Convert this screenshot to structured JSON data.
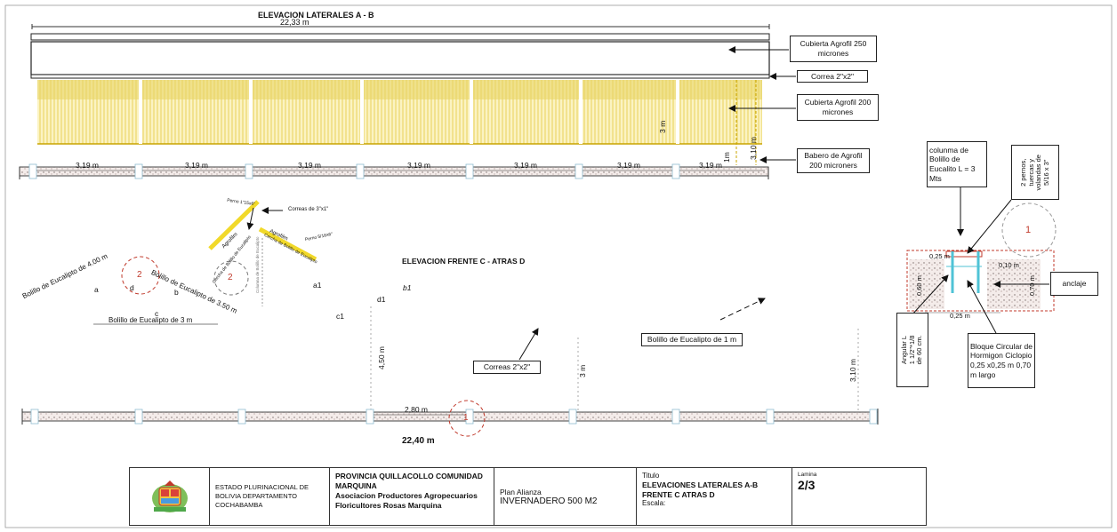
{
  "top_elevation": {
    "title": "ELEVACION LATERALES A - B",
    "total_length": "22,33 m",
    "spans": [
      "3,19 m",
      "3,19 m",
      "3,19 m",
      "3,19 m",
      "3,19 m",
      "3,19 m",
      "3,19 m"
    ],
    "height_3m": "3 m",
    "height_310": "3,10 m",
    "height_1m": "1m",
    "callouts": {
      "cubierta250": "Cubierta Agrofil 250 micrones",
      "correa": "Correa 2\"x2\"",
      "cubierta200": "Cubierta Agrofil 200 micrones",
      "babero": "Babero de Agrofil 200 microners"
    }
  },
  "detail_truss": {
    "correas_label": "Correas de 3\"x1\"",
    "perno_label": "Perno 5/16x6\"",
    "perno_label2": "Perno 1\"15x6\"",
    "agrofilm1": "Agrofilm",
    "agrofilm2": "Agrofilm",
    "cercha1": "Cercha de Bolillo de Eucalipto",
    "cercha2": "Cercha de Bolillo de Eucalipto",
    "center_vertical": "Columna de Bolillo de Eucalipto",
    "bolillo_4": "Bolillo de Eucalipto de 4.00 m",
    "bolillo_350": "Bolillo de Eucalipto de 3.50 m",
    "bolillo_3": "Bolillo de Eucalipto de 3 m",
    "letters": {
      "a": "a",
      "b": "b",
      "c": "c",
      "d": "d",
      "a1": "a1",
      "b1": "b1",
      "c1": "c1",
      "d1": "d1"
    },
    "circle1_num": "2",
    "circle2_num": "2"
  },
  "front_elevation": {
    "title": "ELEVACION FRENTE C - ATRAS D",
    "height_450": "4,50 m",
    "height_3m": "3 m",
    "height_310": "3,10 m",
    "span_280": "2,80 m",
    "total": "22,40 m",
    "circle_num": "1",
    "correas_label": "Correas 2\"x2\"",
    "bolillo_1m": "Bolillo de Eucalipto de 1 m"
  },
  "column_detail": {
    "columna_label": "colunma de Bolillo de Eucalito L = 3 Mts",
    "pernos_label": "2 pernos, tuercas y volandas de 5/16 x 3\"",
    "circle_num": "1",
    "dim_025_top": "0,25 m",
    "dim_060": "0,60 m",
    "dim_010": "0,10 m",
    "dim_070": "0,70 m",
    "dim_025_bottom": "0,25 m",
    "anclaje": "anclaje",
    "angular": "Angular L 1 1/2\"*1/8 de 60 cm.",
    "bloque": "Bloque Circular de Hormigon Ciclopio 0,25 x0,25 m 0,70 m largo"
  },
  "title_block": {
    "org": "ESTADO PLURINACIONAL DE BOLIVIA DEPARTAMENTO COCHABAMBA",
    "project": "PROVINCIA QUILLACOLLO COMUNIDAD MARQUINA",
    "association": "Asociacion Productores Agropecuarios Floricultores Rosas Marquina",
    "plan_label": "Plan Alianza",
    "plan_value": "INVERNADERO 500 M2",
    "titulo_label": "Titulo",
    "titulo_value": "ELEVACIONES LATERALES A-B FRENTE C ATRAS D",
    "escala_label": "Escala:",
    "lamina_label": "Lamina",
    "lamina_value": "2/3"
  },
  "colors": {
    "film_yellow": "#e8d25a",
    "film_light": "#fbf3c2",
    "dim_red": "#c0392b",
    "column_cyan": "#4fc3d6",
    "concrete": "#c9a9a6"
  }
}
